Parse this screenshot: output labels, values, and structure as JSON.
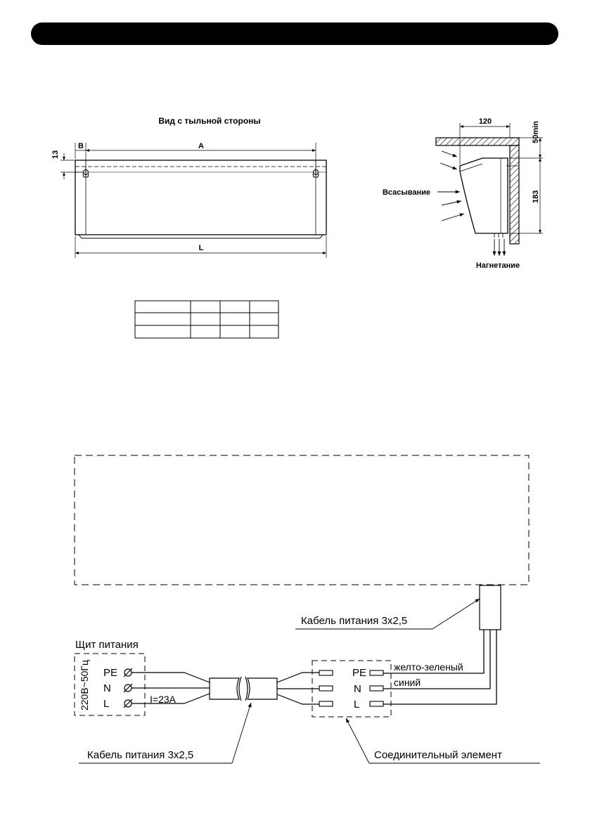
{
  "rear_view": {
    "title": "Вид с тыльной стороны",
    "dim_b": "B",
    "dim_a": "A",
    "dim_l": "L",
    "dim_13": "13"
  },
  "side_view": {
    "dim_120": "120",
    "dim_50min": "50min",
    "dim_183": "183",
    "intake_label": "Всасывание",
    "discharge_label": "Нагнетание"
  },
  "dimension_table": {
    "rows": [
      [
        "",
        "",
        "",
        ""
      ],
      [
        "",
        "",
        "",
        ""
      ],
      [
        "",
        "",
        "",
        ""
      ]
    ]
  },
  "wiring": {
    "power_panel_label": "Щит питания",
    "voltage_label": "220В~50Гц",
    "terminal_pe": "PE",
    "terminal_n": "N",
    "terminal_l": "L",
    "current_label": "I=23A",
    "cable_top_label": "Кабель питания 3х2,5",
    "cable_bottom_label": "Кабель питания 3х2,5",
    "connector_label": "Соединительный элемент",
    "wire_pe_color": "желто-зеленый",
    "wire_n_color": "синий"
  }
}
